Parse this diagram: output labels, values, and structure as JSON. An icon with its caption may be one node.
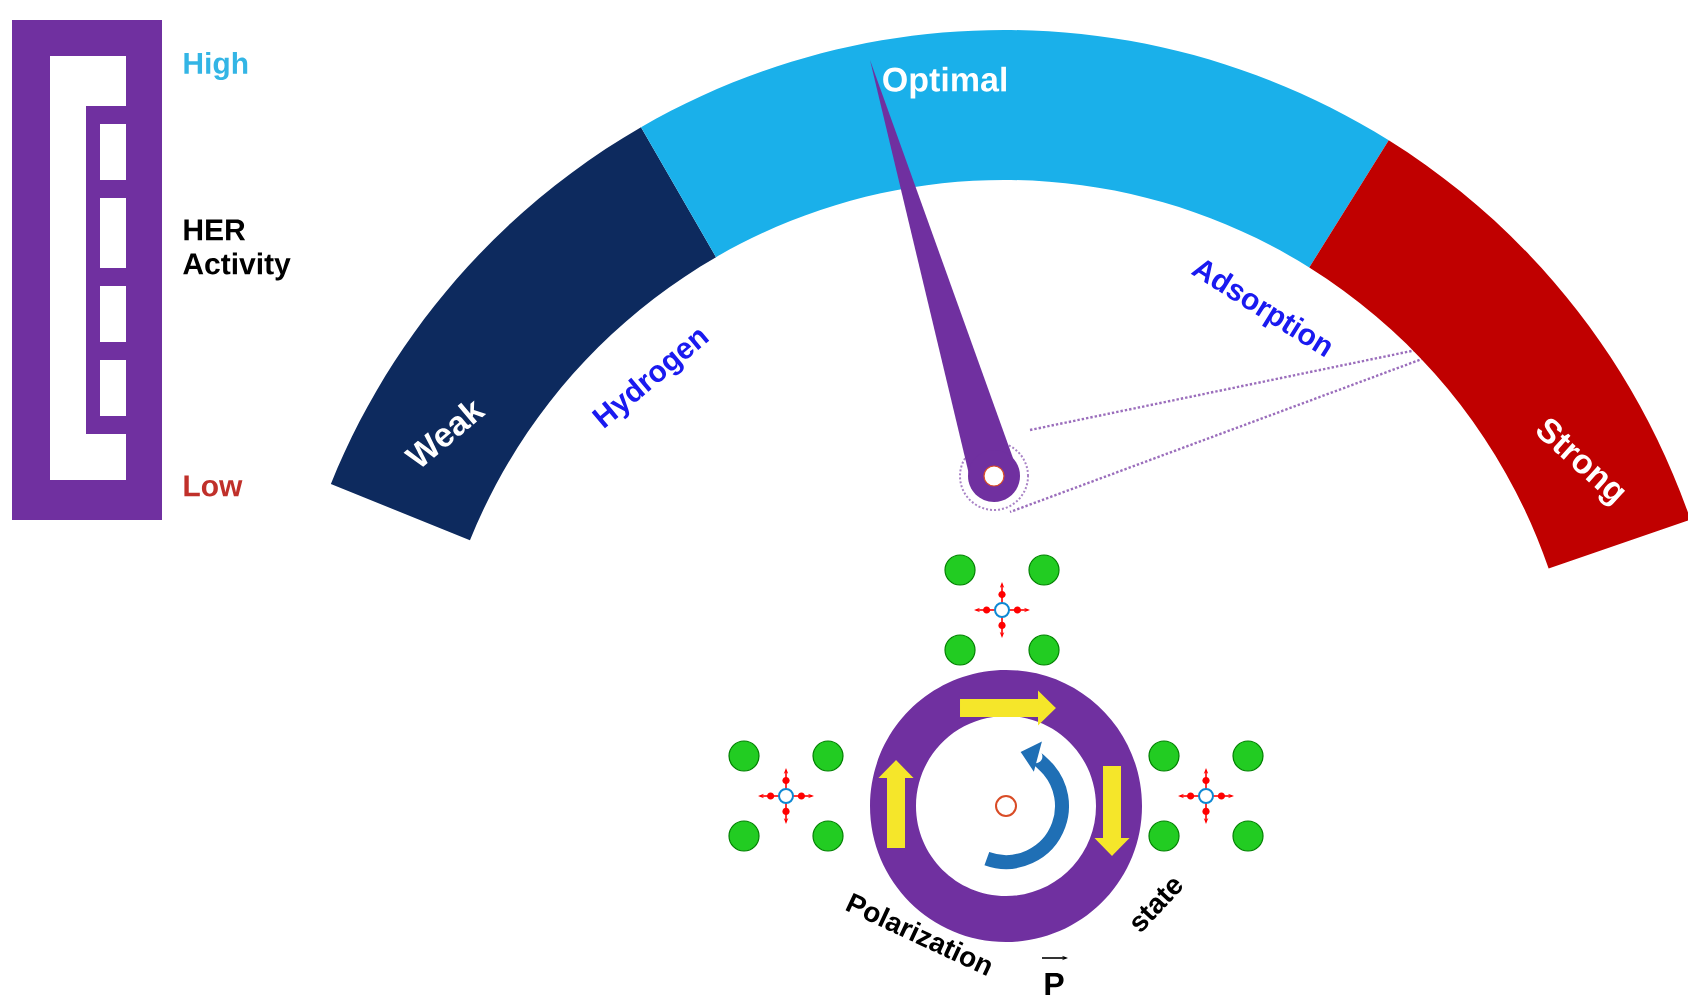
{
  "diagram": {
    "nodes": [
      {
        "text": [
          "Weak"
        ]
      },
      {
        "text": [
          "Optimal"
        ]
      },
      {
        "text": [
          "Strong"
        ]
      }
    ],
    "labels": [
      "High",
      "HER Activity",
      "Low",
      "Hydrogen",
      "Adsorption",
      "Polarization",
      "P",
      "state"
    ]
  }
}
